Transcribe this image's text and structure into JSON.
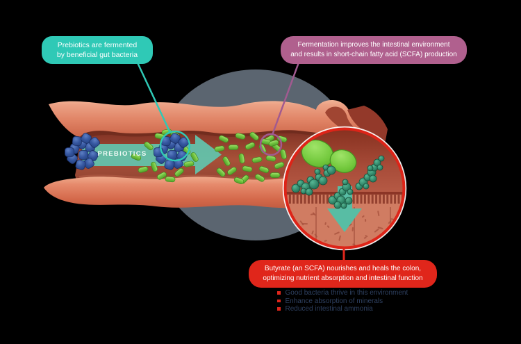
{
  "callouts": {
    "prebiotics": {
      "lines": [
        "Prebiotics are fermented",
        "by beneficial gut bacteria"
      ],
      "bg": "#2fc9b6"
    },
    "fermentation": {
      "lines": [
        "Fermentation improves the intestinal environment",
        "and results in short-chain fatty acid (SCFA) production"
      ],
      "bg": "#b0608e"
    },
    "butyrate": {
      "lines": [
        "Butyrate (an SCFA) nourishes and heals the colon,",
        "optimizing nutrient absorption and intestinal function"
      ],
      "bg": "#e0261b"
    }
  },
  "vessel": {
    "label": "PREBIOTICS"
  },
  "benefits": [
    "Good bacteria thrive in this environment",
    "Enhance absorption of minerals",
    "Reduced intestinal ammonia"
  ],
  "colors": {
    "teal_accent": "#2fc9b6",
    "mauve_accent": "#b0608e",
    "red_accent": "#e0261b",
    "benefit_text": "#2e4060",
    "gray_circle": "#5b6570",
    "green_bacteria": "#6fc33e",
    "blue_bacteria": "#35569f",
    "dark_teal_bacteria": "#2f8467",
    "arrow_teal": "#63c2ab"
  }
}
